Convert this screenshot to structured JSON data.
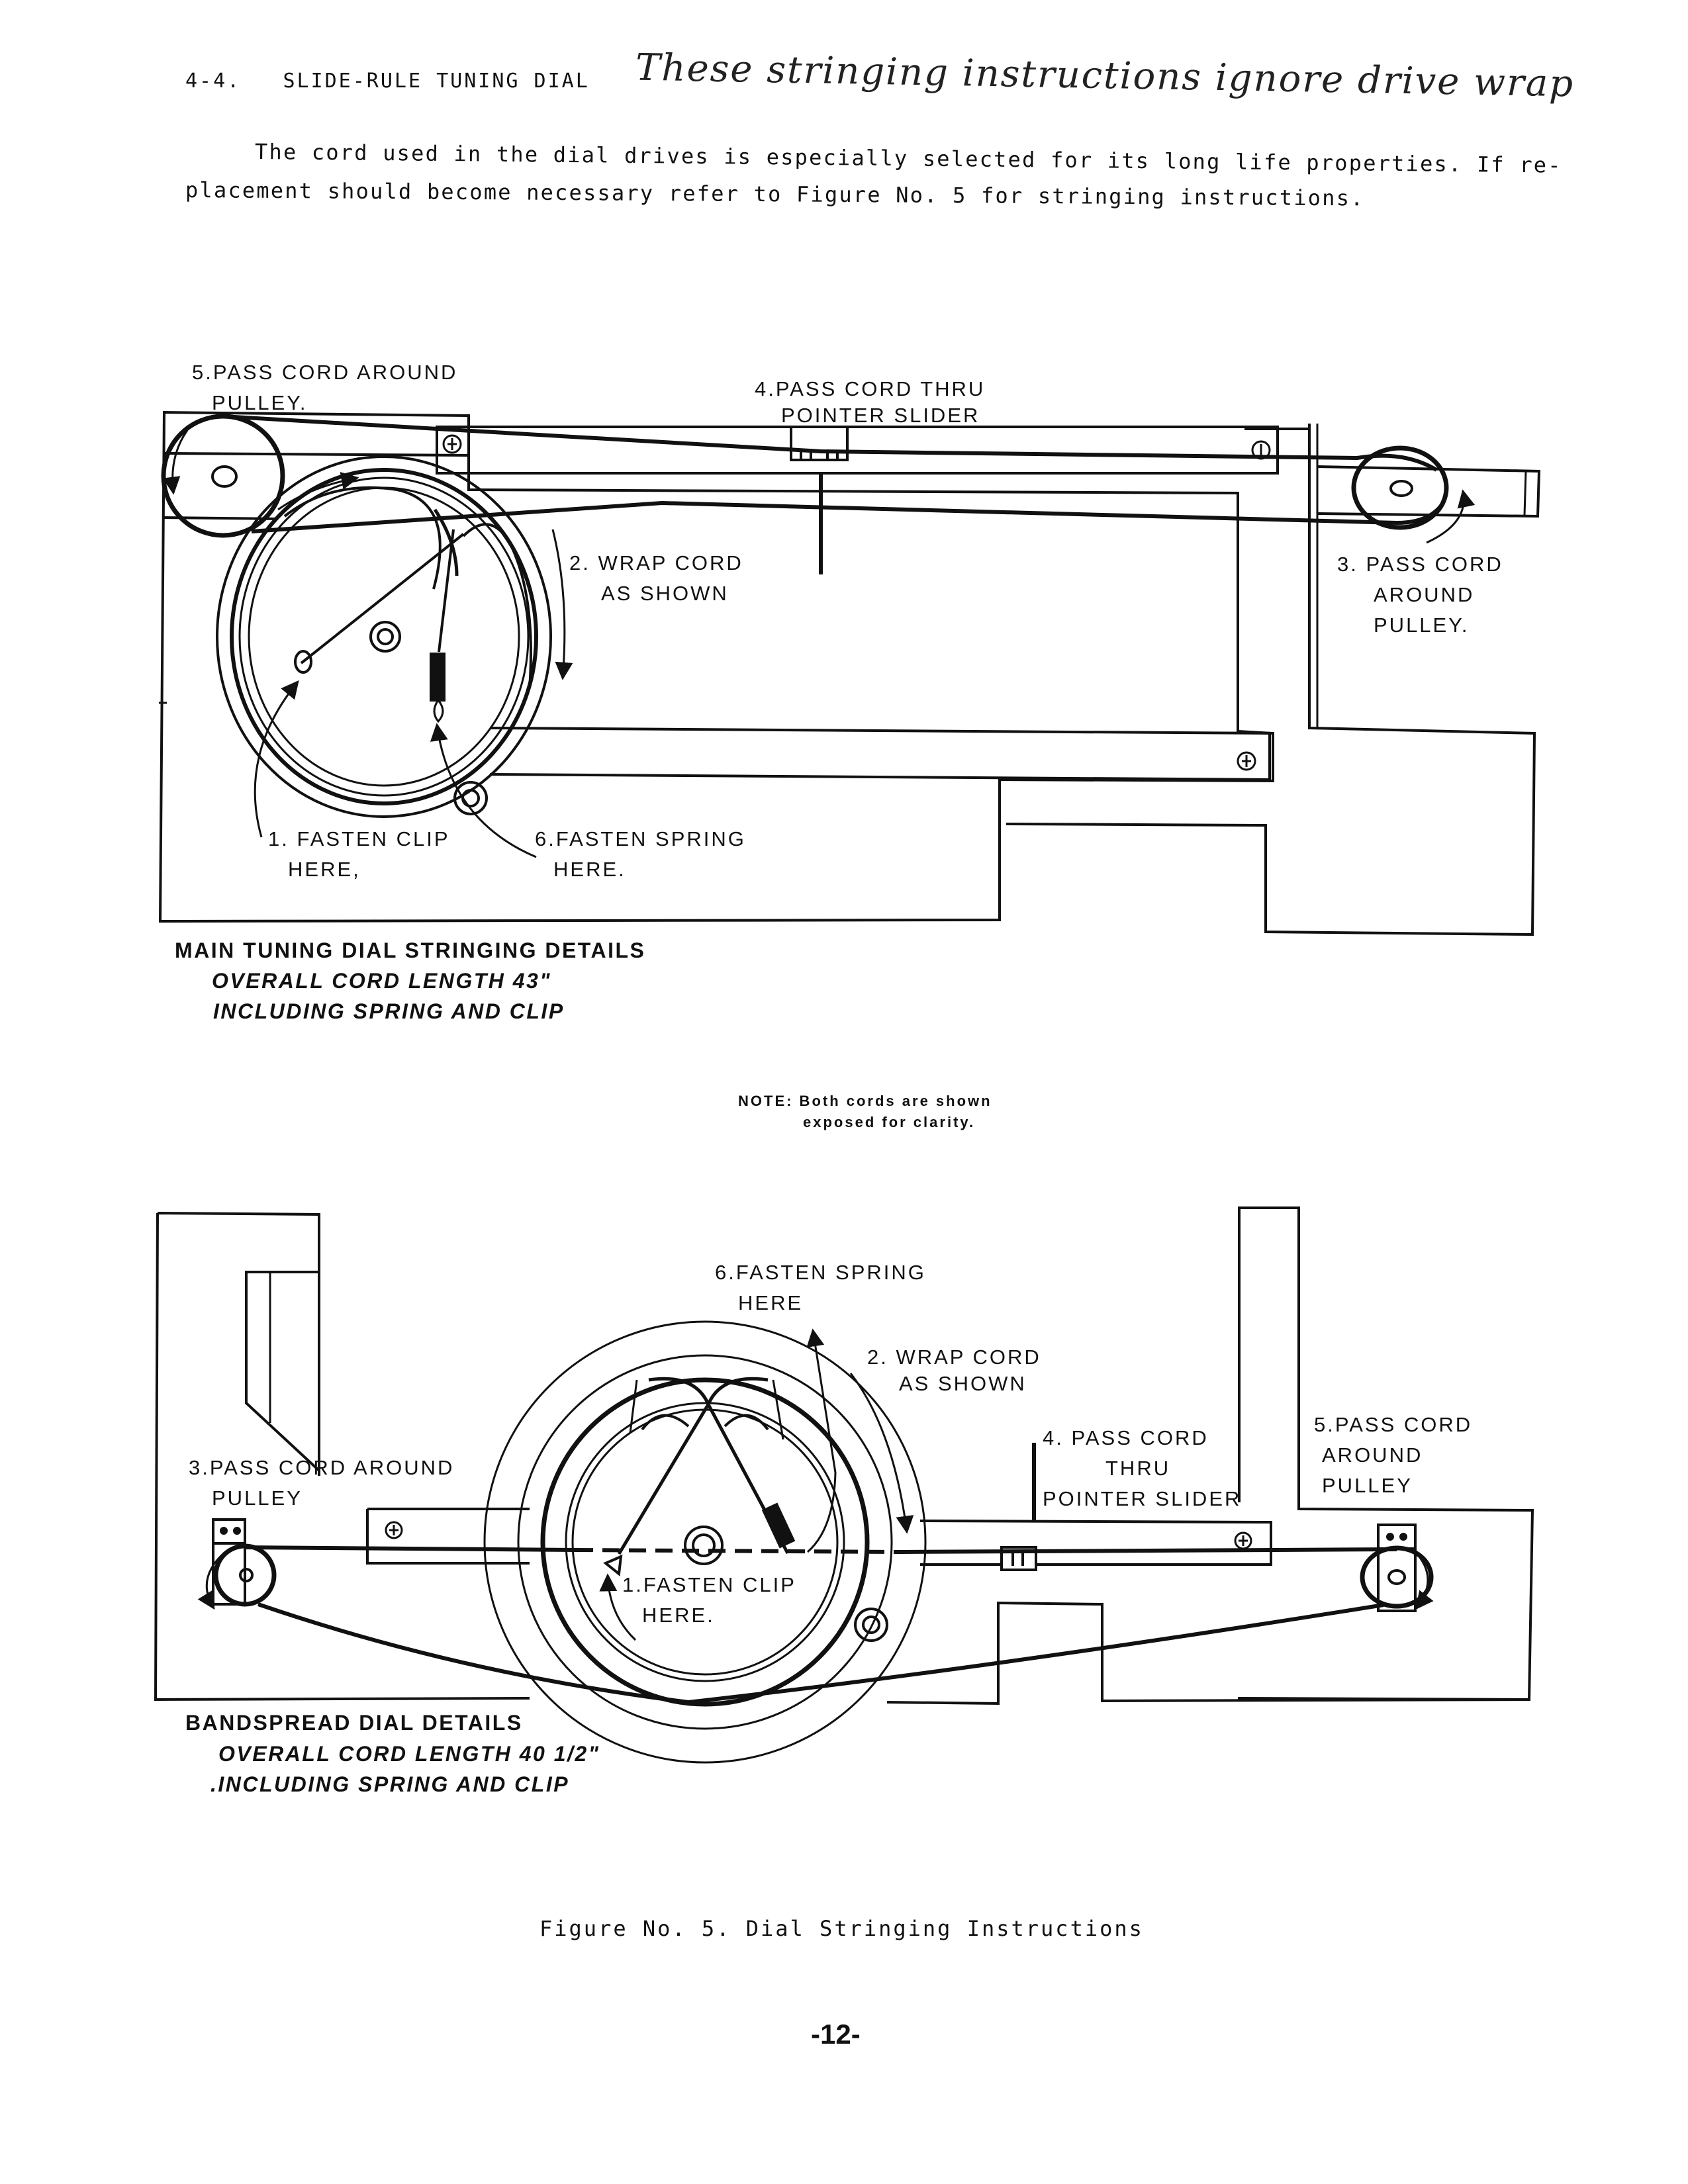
{
  "header": {
    "section_number": "4-4.",
    "section_title": "SLIDE-RULE TUNING DIAL",
    "handwritten_note": "These stringing instructions ignore drive wrap"
  },
  "intro": {
    "line1": "The cord used in the dial drives is especially selected for its long life properties.  If re-",
    "line2": "placement should become necessary refer to Figure No. 5 for stringing instructions."
  },
  "main_dial": {
    "labels": {
      "step5_line1": "5.PASS CORD AROUND",
      "step5_line2": "PULLEY.",
      "step4_line1": "4.PASS CORD THRU",
      "step4_line2": "POINTER SLIDER",
      "step2_line1": "2. WRAP CORD",
      "step2_line2": "AS SHOWN",
      "step3_line1": "3. PASS CORD",
      "step3_line2": "AROUND",
      "step3_line3": "PULLEY.",
      "step1_line1": "1. FASTEN CLIP",
      "step1_line2": "HERE,",
      "step6_line1": "6.FASTEN SPRING",
      "step6_line2": "HERE."
    },
    "caption": {
      "title": "MAIN TUNING DIAL STRINGING DETAILS",
      "cord_length": "OVERALL CORD LENGTH 43\"",
      "includes": "INCLUDING SPRING AND CLIP"
    }
  },
  "note": {
    "line1": "NOTE: Both cords are shown",
    "line2": "exposed for clarity."
  },
  "bandspread_dial": {
    "labels": {
      "step6_line1": "6.FASTEN SPRING",
      "step6_line2": "HERE",
      "step2_line1": "2. WRAP CORD",
      "step2_line2": "AS SHOWN",
      "step4_line1": "4. PASS  CORD",
      "step4_line2": "THRU",
      "step4_line3": "POINTER SLIDER",
      "step5_line1": "5.PASS CORD",
      "step5_line2": "AROUND",
      "step5_line3": "PULLEY",
      "step3_line1": "3.PASS CORD AROUND",
      "step3_line2": "PULLEY",
      "step1_line1": "1.FASTEN CLIP",
      "step1_line2": "HERE."
    },
    "caption": {
      "title": "BANDSPREAD DIAL DETAILS",
      "cord_length": "OVERALL CORD LENGTH 40 1/2\"",
      "includes": ".INCLUDING SPRING AND CLIP"
    }
  },
  "figure_caption": "Figure No. 5.  Dial Stringing Instructions",
  "page_number": "-12-"
}
